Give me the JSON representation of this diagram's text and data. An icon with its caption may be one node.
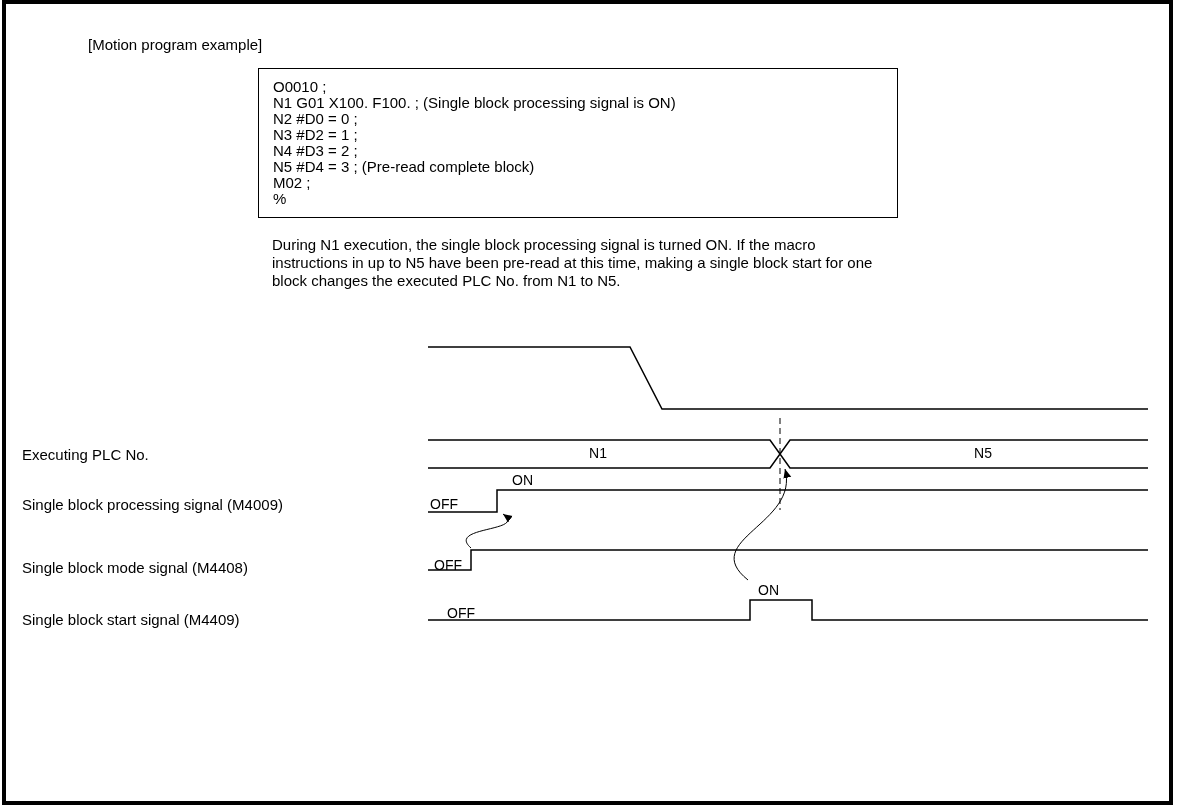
{
  "diagram": {
    "title": "[Motion program example]",
    "nodes": [
      {
        "text": [
          "O0010 ;",
          "N1 G01 X100. F100. ; (Single block processing signal is ON)",
          "N2 #D0 = 0 ;",
          "N3 #D2 = 1 ;",
          "N4 #D3 = 2 ;",
          "N5 #D4 = 3 ; (Pre-read complete block)",
          "M02 ;",
          "%"
        ]
      },
      {
        "text": [],
        "shape": "waveform"
      },
      {
        "text": [
          "N1",
          "N5"
        ]
      },
      {
        "text": [
          "ON",
          "OFF"
        ]
      },
      {
        "text": [
          "OFF"
        ]
      },
      {
        "text": [
          "ON",
          "OFF"
        ]
      }
    ],
    "edges": [
      {
        "from": 4,
        "to": 3,
        "arrow": "to"
      },
      {
        "from": 5,
        "to": 2,
        "arrow": "to"
      }
    ],
    "labels": [
      "During N1 execution, the single block processing signal is turned ON. If the macro instructions in up to N5 have been pre-read at this time, making a single block start for one block changes the executed PLC No. from N1 to N5.",
      "Executing PLC No.",
      "Single block processing signal (M4009)",
      "Single block mode signal (M4408)",
      "Single block start signal (M4409)"
    ]
  }
}
